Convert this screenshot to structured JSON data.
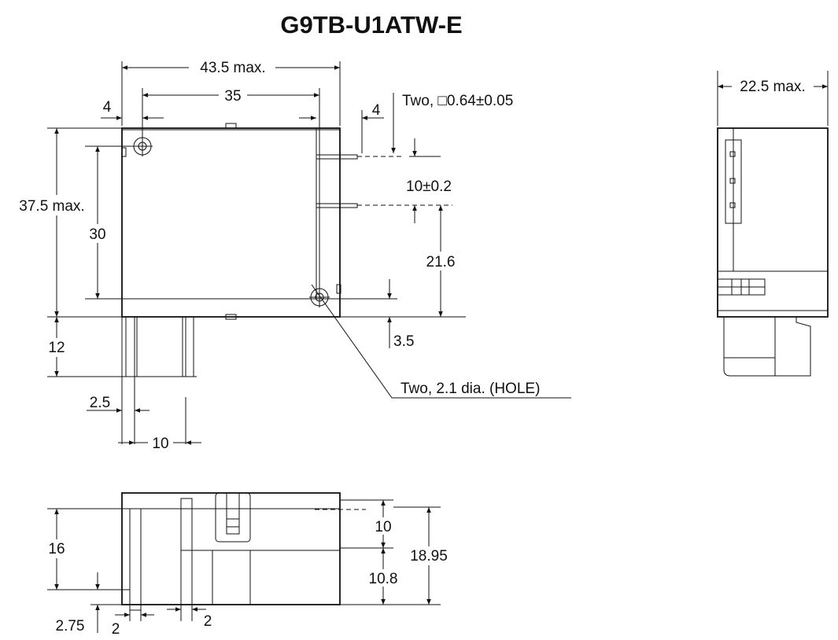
{
  "title": "G9TB-U1ATW-E",
  "top_view": {
    "overall_width": "43.5 max.",
    "hole_pitch": "35",
    "hole_offset_left": "4",
    "pin_offset_right": "4",
    "pin_size_note": "Two, □0.64±0.05",
    "pin_pitch": "10±0.2",
    "height_overall": "37.5 max.",
    "hole_vertical_pitch": "30",
    "pin_to_hole": "21.6",
    "hole_to_base": "3.5",
    "terminal_length": "12",
    "terminal_offset": "2.5",
    "terminal_pitch": "10",
    "hole_note": "Two, 2.1 dia. (HOLE)"
  },
  "side_view": {
    "depth": "22.5 max."
  },
  "front_view": {
    "terminal_height": "16",
    "base_offset": "2.75",
    "terminal_width_left": "2",
    "terminal_width_right": "2",
    "pin_height": "10",
    "pin_base_height": "10.8",
    "overall_height": "18.95"
  }
}
